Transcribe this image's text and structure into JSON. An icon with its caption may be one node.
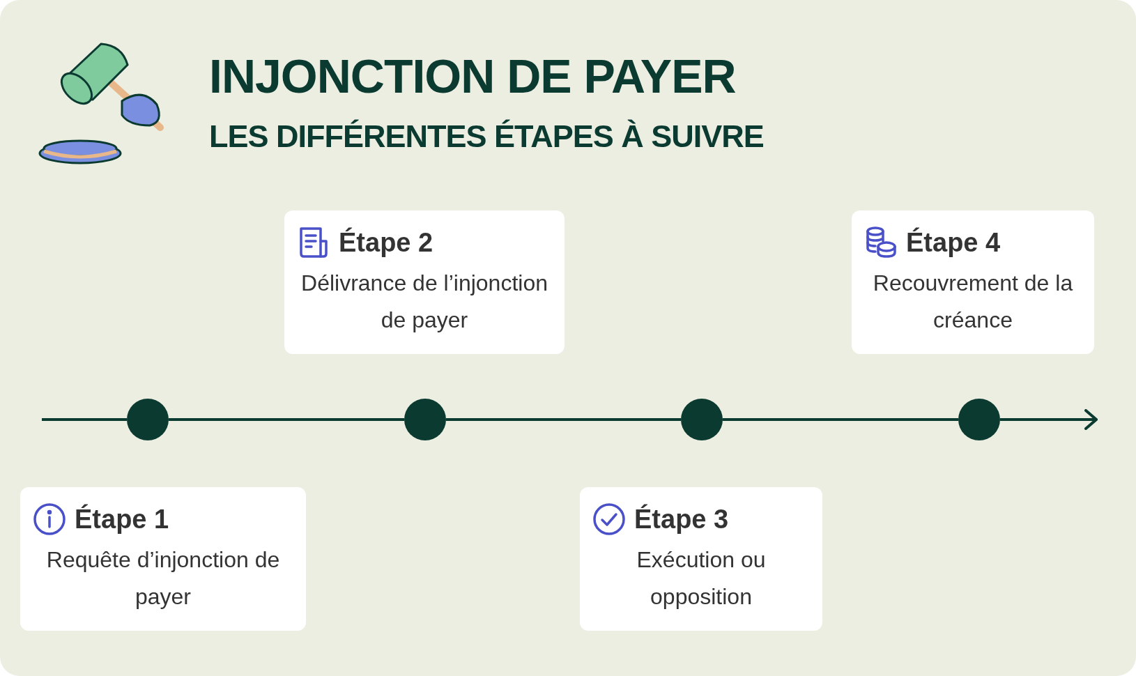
{
  "diagram": {
    "title": "INJONCTION DE PAYER",
    "nodes": [
      {
        "text": [
          "Étape 1",
          "Requête d’injonction de payer"
        ]
      },
      {
        "text": [
          "Étape 2",
          "Délivrance de l’injonction de payer"
        ]
      },
      {
        "text": [
          "Étape 3",
          "Exécution ou opposition"
        ]
      },
      {
        "text": [
          "Étape 4",
          "Recouvrement de la créance"
        ]
      },
      {
        "text": [],
        "shape": "circle"
      },
      {
        "text": [],
        "shape": "circle"
      },
      {
        "text": [],
        "shape": "circle"
      },
      {
        "text": [],
        "shape": "circle"
      }
    ],
    "edges": [
      {
        "from": null,
        "to": 4,
        "arrow": "none"
      },
      {
        "from": 4,
        "to": 5,
        "arrow": "none"
      },
      {
        "from": 5,
        "to": 6,
        "arrow": "none"
      },
      {
        "from": 6,
        "to": 7,
        "arrow": "none"
      },
      {
        "from": 7,
        "to": null,
        "arrow": "to"
      }
    ],
    "labels": [
      "LES DIFFÉRENTES ÉTAPES À SUIVRE"
    ]
  }
}
